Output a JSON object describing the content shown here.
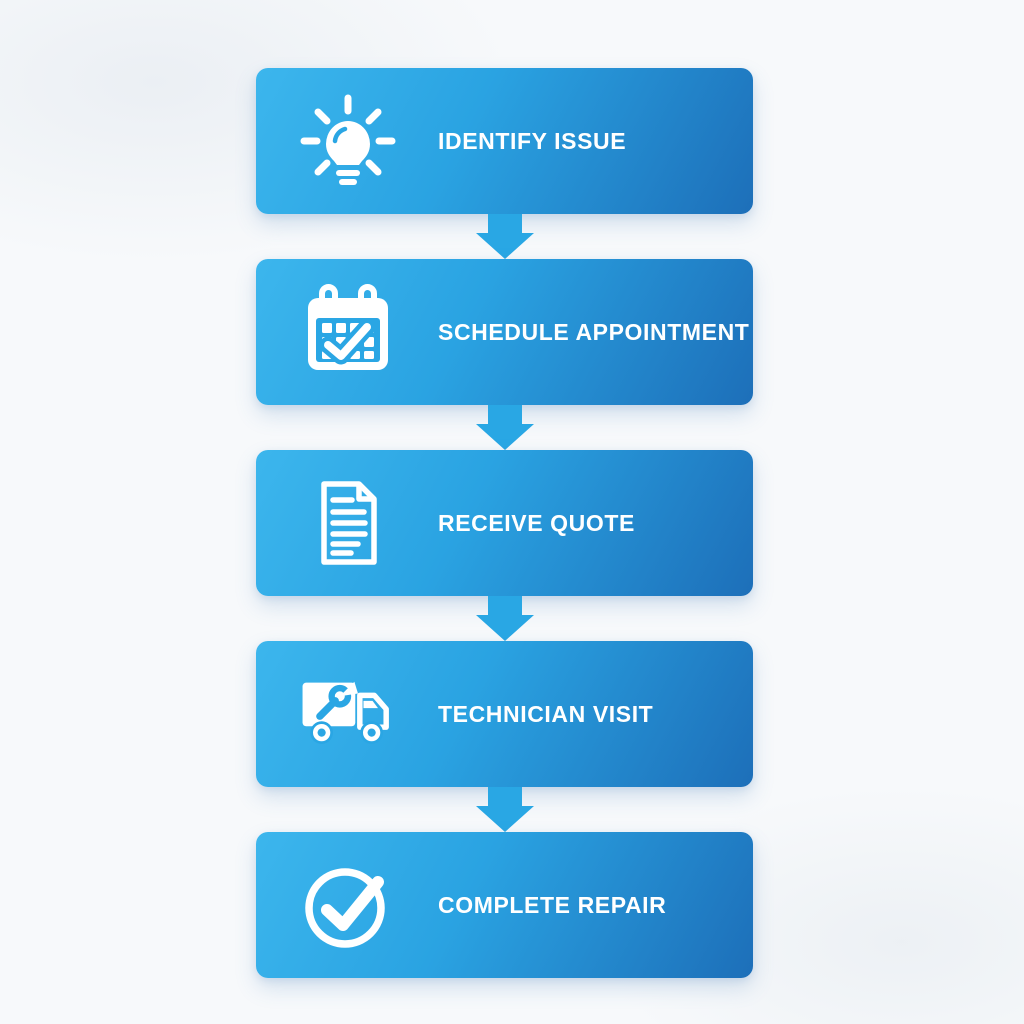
{
  "flow": {
    "title": "repair service process flowchart",
    "colors": {
      "block_gradient_light": "#3cb6ed",
      "block_gradient_mid": "#2aa3e2",
      "block_gradient_dark": "#1d6fb9",
      "arrow": "#29a7e4",
      "icon_accent": "#2aa6e4",
      "text": "#ffffff",
      "background": "#f7f9fb"
    },
    "steps": [
      {
        "label": "IDENTIFY ISSUE",
        "icon": "lightbulb-icon"
      },
      {
        "label": "SCHEDULE APPOINTMENT",
        "icon": "calendar-check-icon"
      },
      {
        "label": "RECEIVE QUOTE",
        "icon": "document-icon"
      },
      {
        "label": "TECHNICIAN VISIT",
        "icon": "service-truck-icon"
      },
      {
        "label": "COMPLETE REPAIR",
        "icon": "check-circle-icon"
      }
    ]
  }
}
